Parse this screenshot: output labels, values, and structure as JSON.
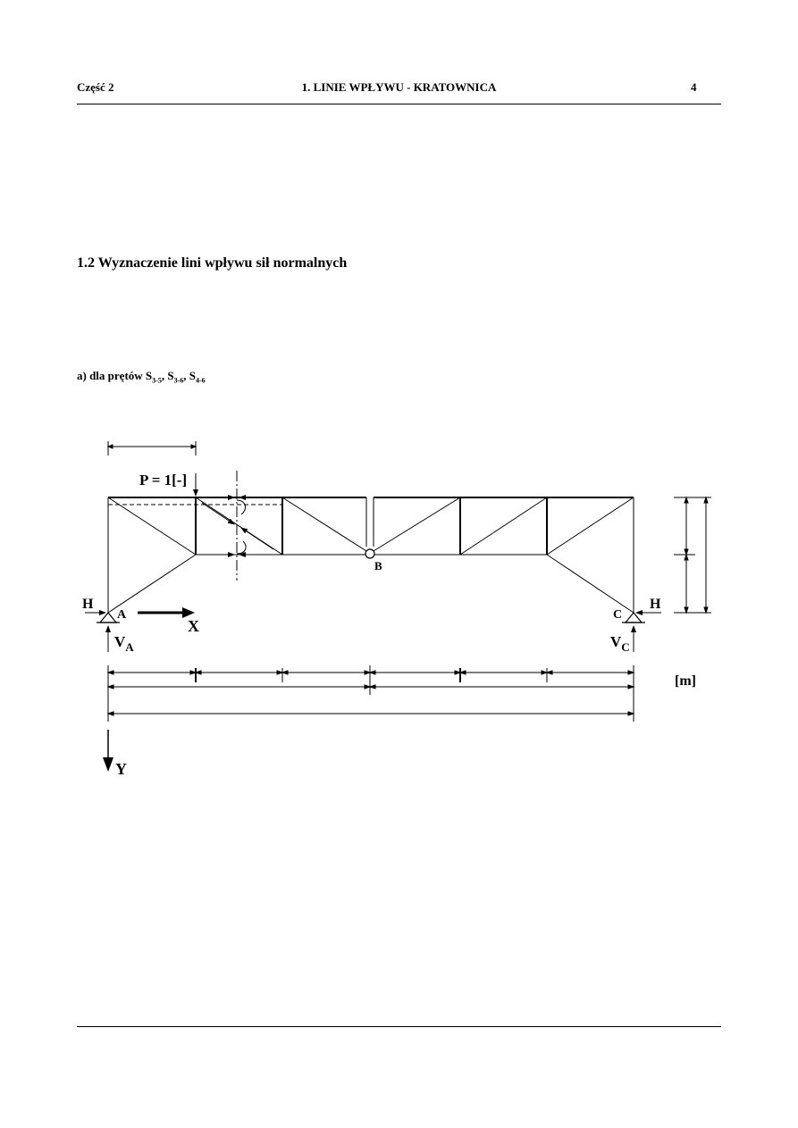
{
  "header": {
    "left": "Część 2",
    "center": "1. LINIE WPŁYWU - KRATOWNICA",
    "page_number": "4"
  },
  "section": {
    "title": "1.2 Wyznaczenie lini wpływu sił normalnych"
  },
  "subsection": {
    "prefix": "a) dla prętów ",
    "members": [
      {
        "letter": "S",
        "index": "3-5"
      },
      {
        "letter": "S",
        "index": "3-6"
      },
      {
        "letter": "S",
        "index": "4-6"
      }
    ],
    "separator": ", "
  },
  "diagram": {
    "load_label": "P = 1[-]",
    "label_H": "H",
    "label_A": "A",
    "label_B": "B",
    "label_C": "C",
    "label_X": "X",
    "label_Y": "Y",
    "label_V": "V",
    "label_VA_sub": "A",
    "label_VC_sub": "C",
    "units": "[m]"
  }
}
